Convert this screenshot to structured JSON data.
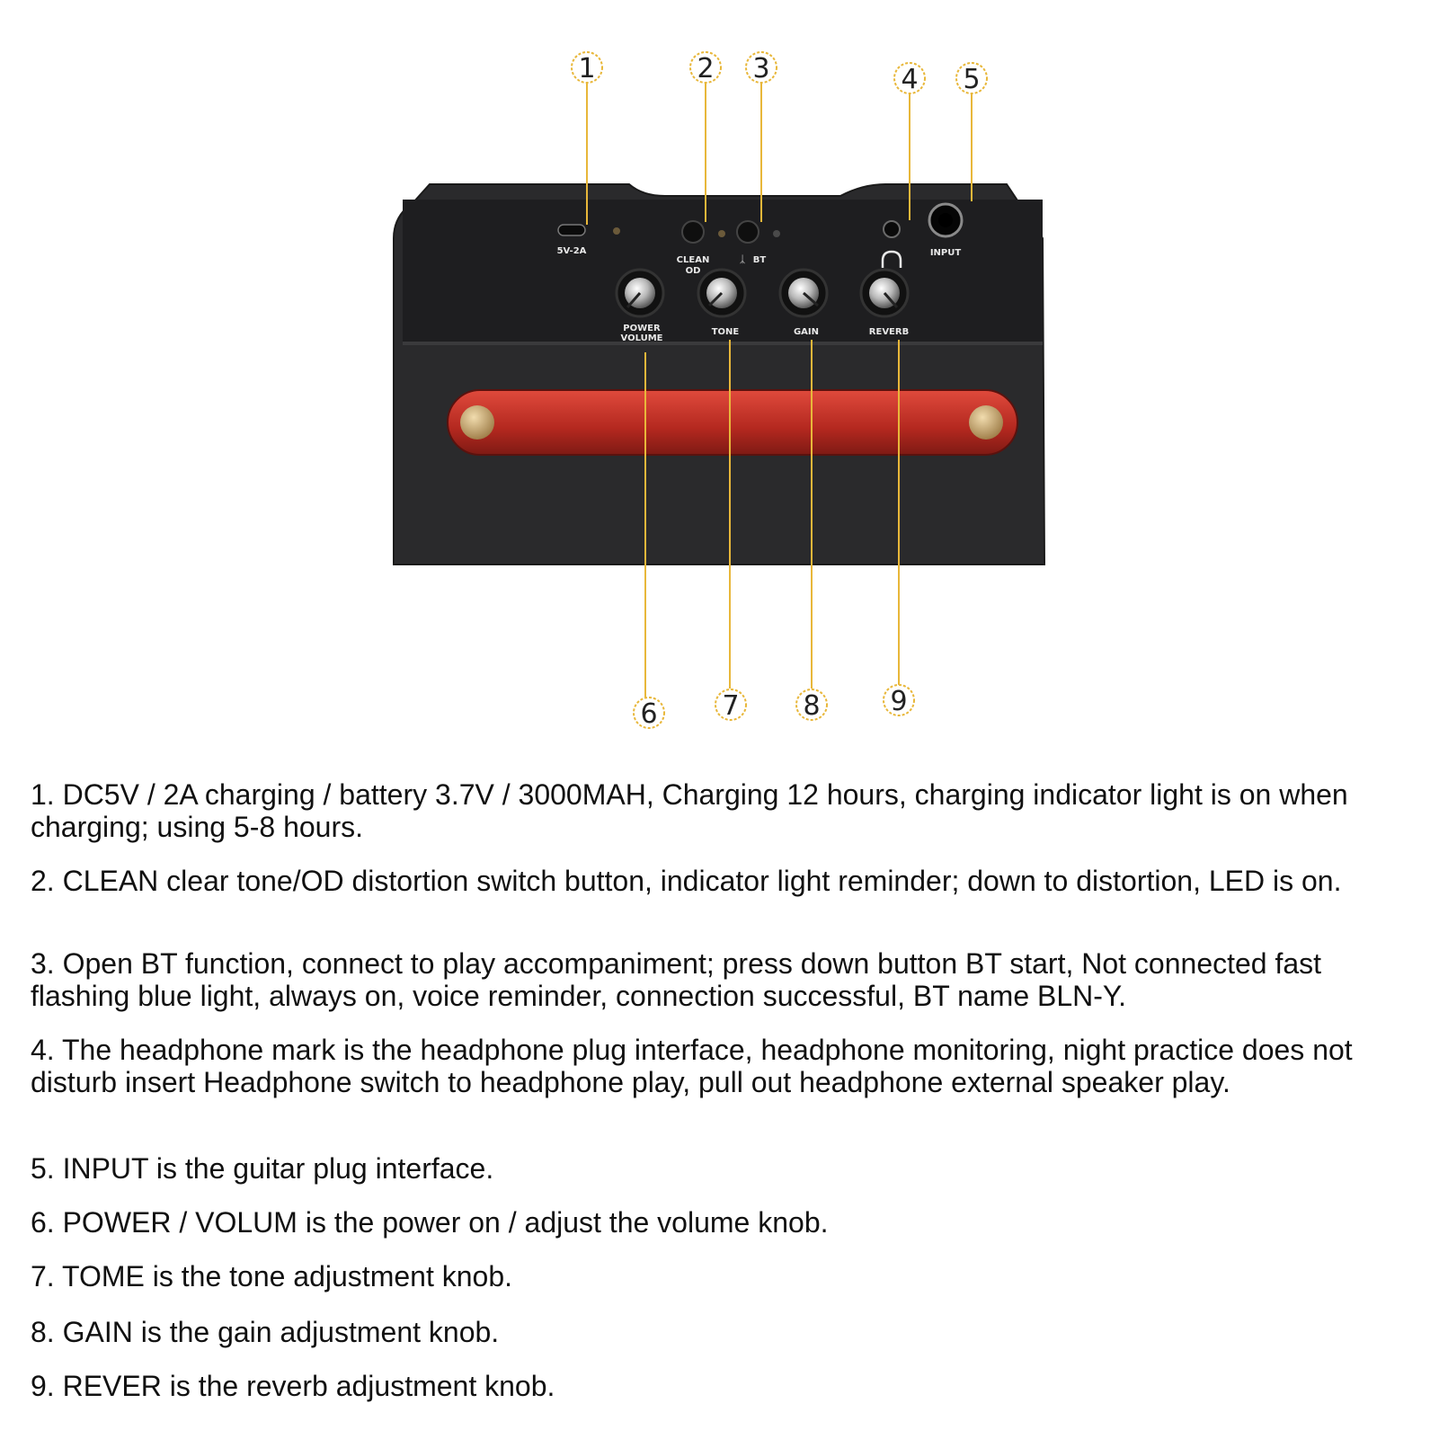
{
  "callouts": [
    "1",
    "2",
    "3",
    "4",
    "5",
    "6",
    "7",
    "8",
    "9"
  ],
  "panel_labels": {
    "port": "5V-2A",
    "clean": "CLEAN",
    "od": "OD",
    "bt": "BT",
    "input": "INPUT",
    "power": "POWER",
    "volume": "VOLUME",
    "tone": "TONE",
    "gain": "GAIN",
    "reverb": "REVERB"
  },
  "colors": {
    "leader_line": "#e8b73a",
    "amp_body": "#2b2b2d",
    "amp_panel": "#1f1f21",
    "strap": "#c4332b",
    "rivet": "#c9a56a"
  },
  "notes": [
    "1. DC5V / 2A charging / battery 3.7V / 3000MAH, Charging 12 hours, charging indicator light is on when charging; using 5-8 hours.",
    "2. CLEAN clear tone/OD distortion switch button, indicator light reminder; down to distortion, LED is on.",
    "3. Open BT function, connect to play accompaniment; press down button BT start, Not connected fast flashing blue light, always on, voice reminder, connection successful, BT name BLN-Y.",
    "4. The headphone mark is the headphone plug interface, headphone monitoring, night practice does not disturb insert Headphone switch to headphone play, pull out headphone external speaker play.",
    "5. INPUT is the guitar plug interface.",
    "6. POWER / VOLUM is the power on / adjust the volume knob.",
    "7. TOME is the tone adjustment knob.",
    "8. GAIN is the gain adjustment knob.",
    "9. REVER is the reverb adjustment knob."
  ]
}
